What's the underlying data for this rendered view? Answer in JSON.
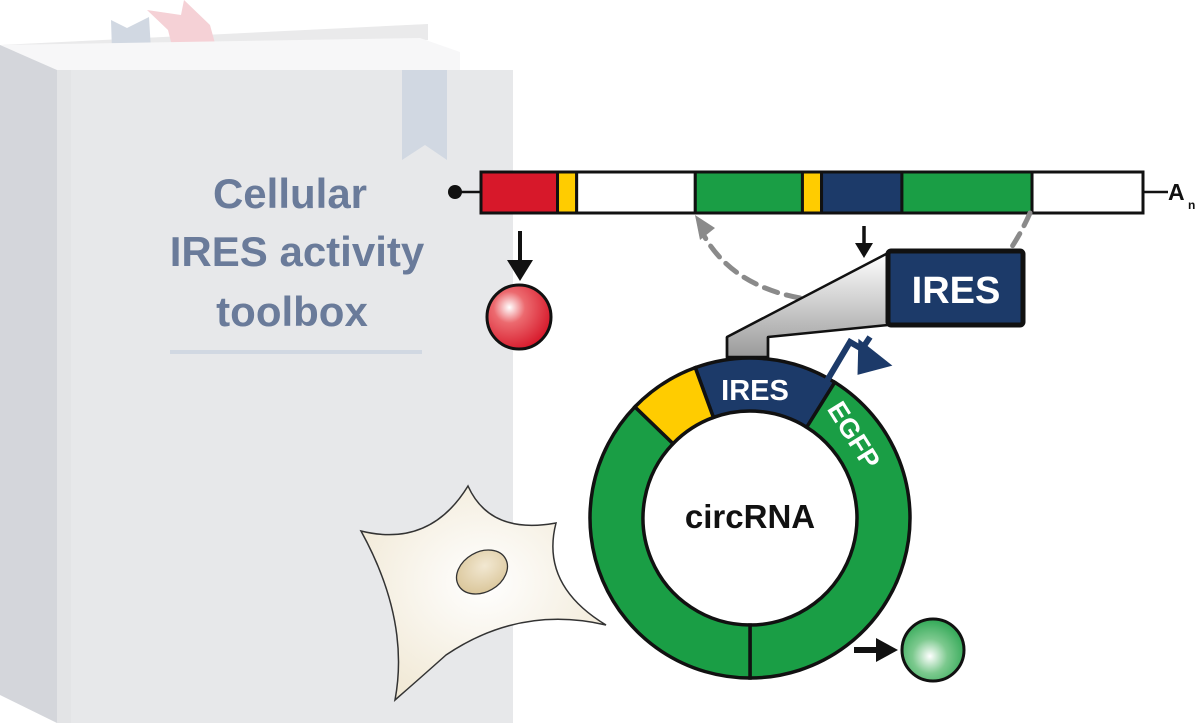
{
  "book": {
    "title_lines": [
      "Cellular",
      "IRES activity",
      "toolbox"
    ],
    "colors": {
      "cover": "#e7e8ea",
      "spine": "#d4d6db",
      "title": "#6a7b9a",
      "bookmark_blue": "#d1d8e2",
      "bookmark_pink": "#f5d1d6"
    }
  },
  "mrna": {
    "segments": [
      {
        "name": "red-orf",
        "color": "#d7182a",
        "relative_length": 1.0
      },
      {
        "name": "yellow-linker",
        "color": "#ffcc00",
        "relative_length": 0.25
      },
      {
        "name": "utr-white",
        "color": "#ffffff",
        "relative_length": 1.55
      },
      {
        "name": "green-egfp-3prime",
        "color": "#1a9e45",
        "relative_length": 1.4
      },
      {
        "name": "yellow-linker-2",
        "color": "#ffcc00",
        "relative_length": 0.25
      },
      {
        "name": "ires-blue",
        "color": "#1c3a69",
        "relative_length": 1.05
      },
      {
        "name": "green-egfp-5prime",
        "color": "#1a9e45",
        "relative_length": 1.7
      },
      {
        "name": "utr-white-3prime",
        "color": "#ffffff",
        "relative_length": 1.45
      }
    ],
    "poly_a_label": "A",
    "poly_a_subscript": "n"
  },
  "zoom_box": {
    "label": "IRES",
    "color": "#1c3a69"
  },
  "circrna": {
    "center_label": "circRNA",
    "ires_label": "IRES",
    "egfp_label": "EGFP",
    "colors": {
      "green": "#1a9e45",
      "blue": "#1c3a69",
      "yellow": "#ffcc00"
    }
  },
  "proteins": {
    "red": "#d7182a",
    "green": "#1a9e45"
  },
  "cell": {
    "body": "#f4eee0",
    "nucleus": "#dccaa0"
  }
}
